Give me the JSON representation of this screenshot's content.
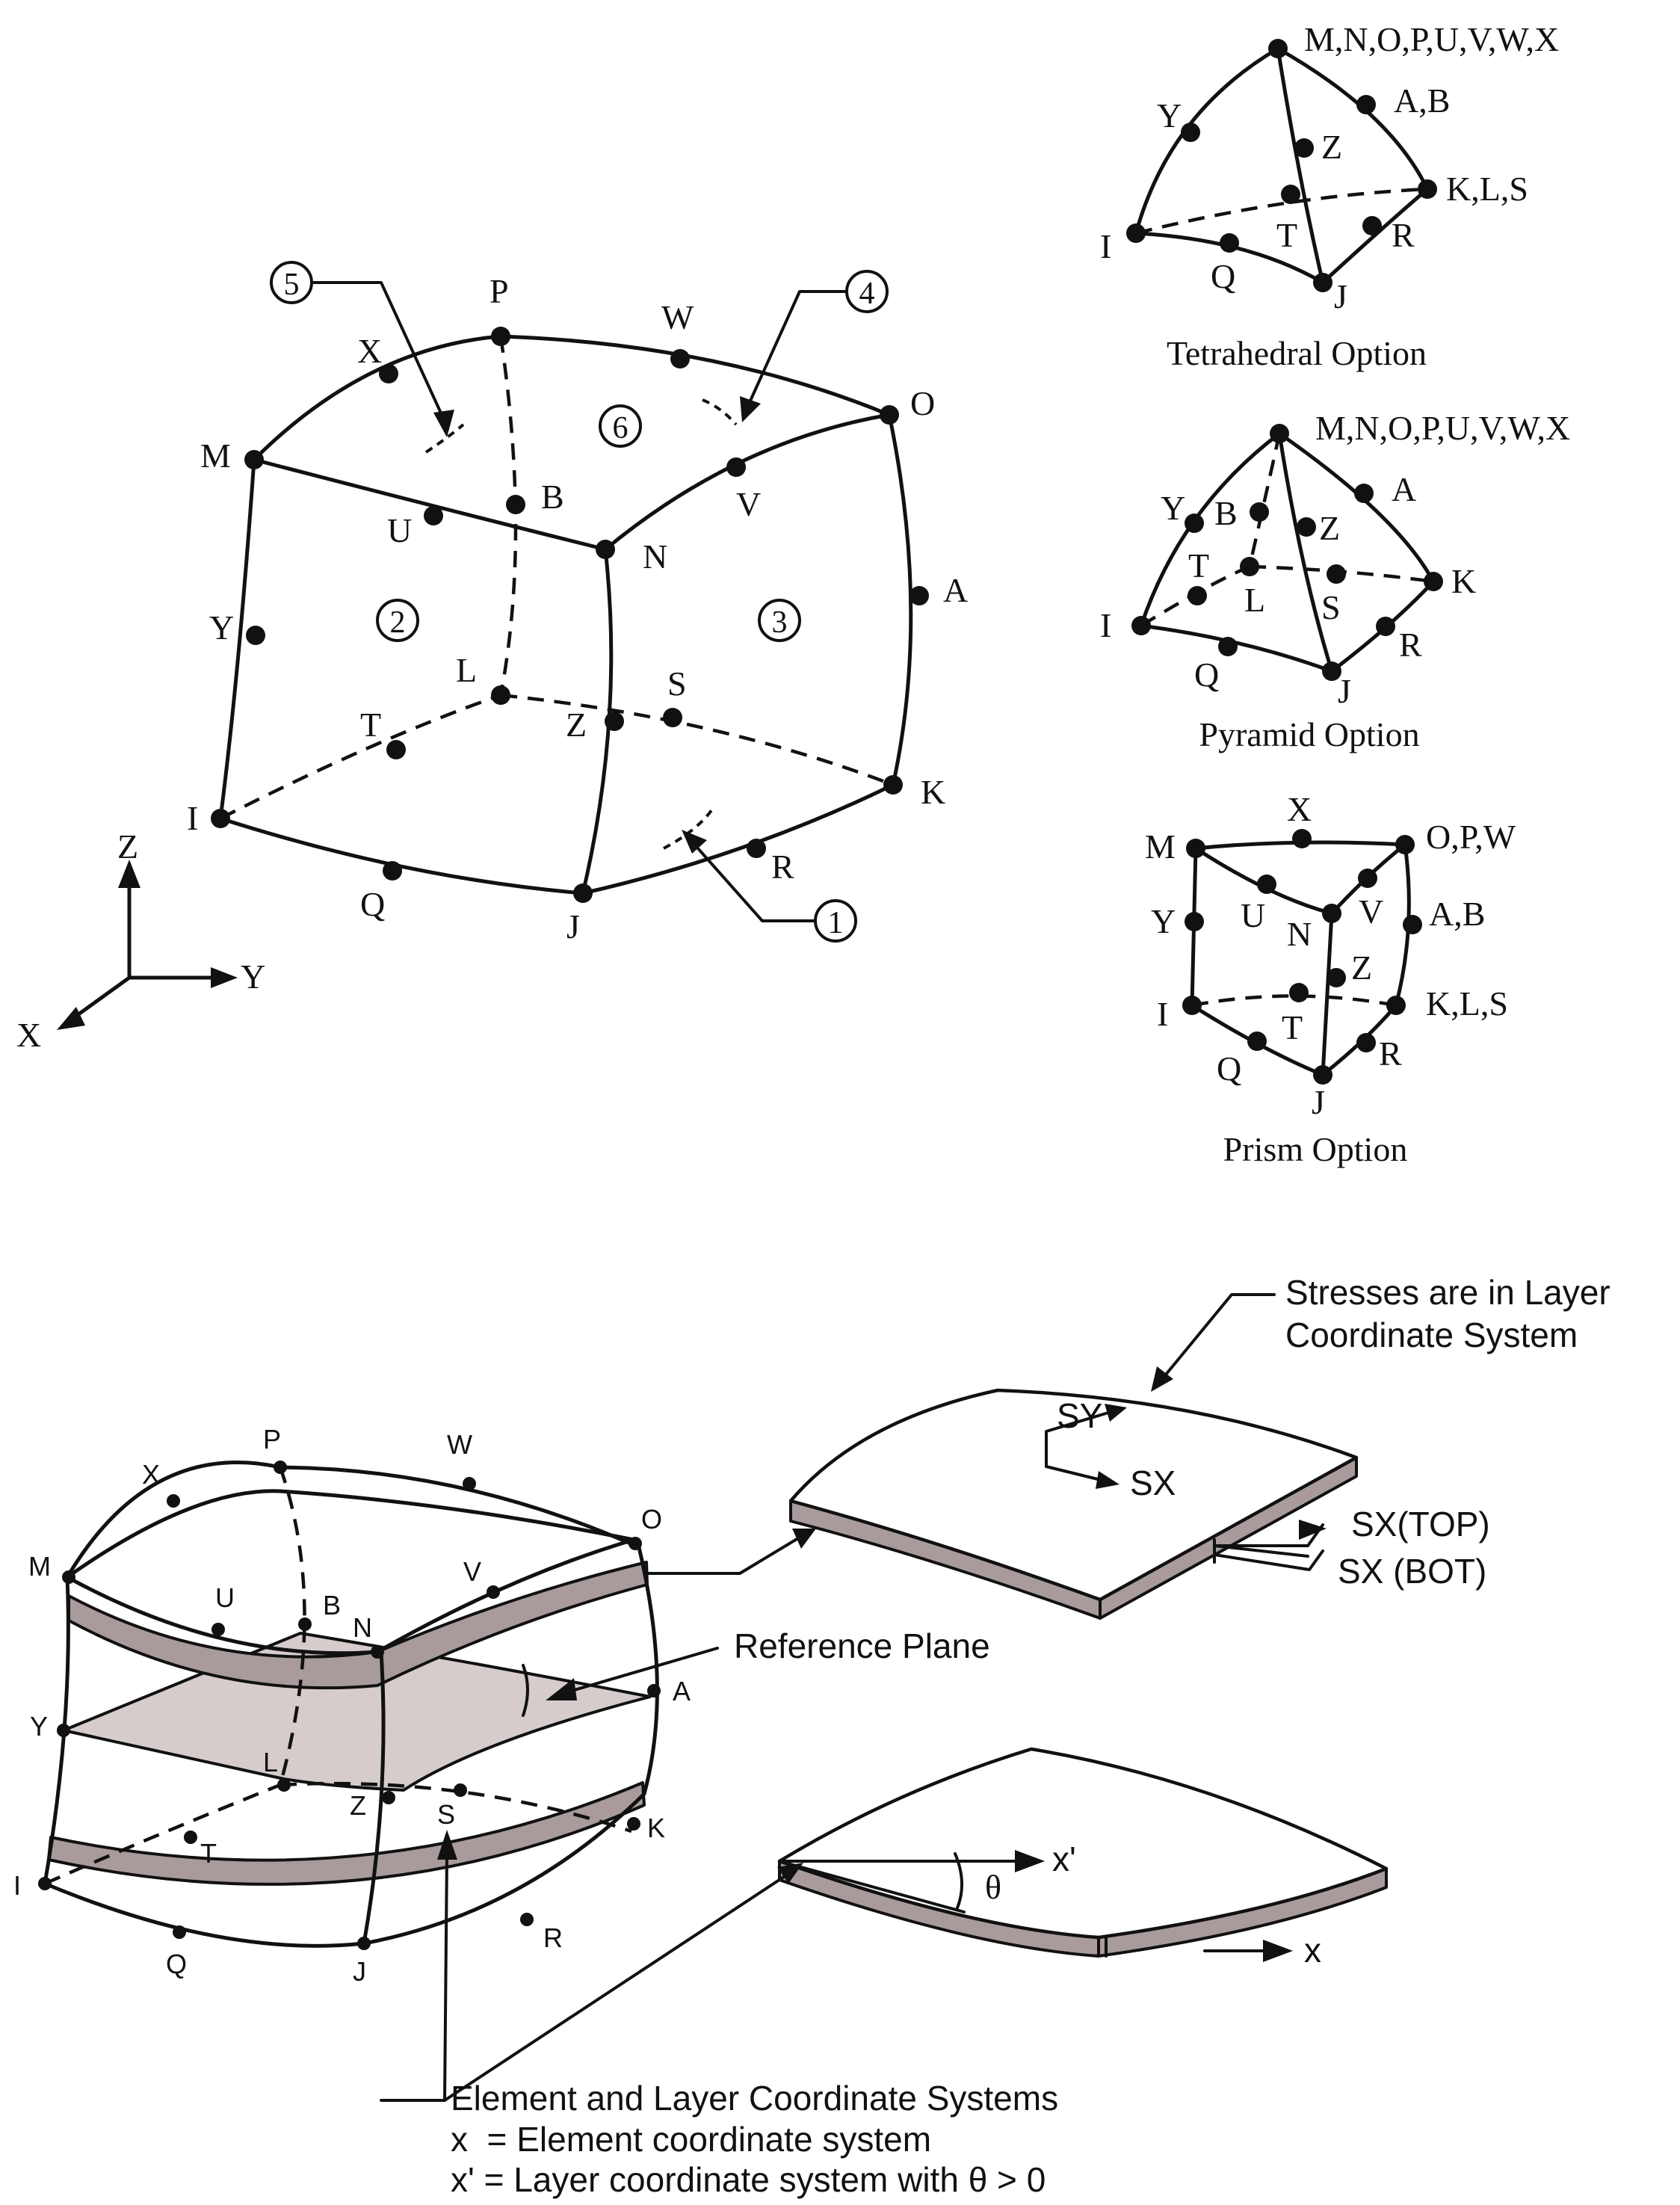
{
  "hexahedron": {
    "nodes": [
      "M",
      "N",
      "O",
      "P",
      "I",
      "J",
      "K",
      "L"
    ],
    "midside": [
      "X",
      "W",
      "V",
      "U",
      "Y",
      "A",
      "B",
      "Z",
      "T",
      "S",
      "Q",
      "R"
    ],
    "faces": [
      "1",
      "2",
      "3",
      "4",
      "5",
      "6"
    ],
    "axes": {
      "z": "Z",
      "y": "Y",
      "x": "X"
    }
  },
  "tetrahedral": {
    "caption": "Tetrahedral Option",
    "labels": {
      "top": "M,N,O,P,U,V,W,X",
      "y": "Y",
      "ab": "A,B",
      "z": "Z",
      "kls": "K,L,S",
      "i": "I",
      "t": "T",
      "r": "R",
      "q": "Q",
      "j": "J"
    }
  },
  "pyramid": {
    "caption": "Pyramid Option",
    "labels": {
      "top": "M,N,O,P,U,V,W,X",
      "y": "Y",
      "b": "B",
      "a": "A",
      "z": "Z",
      "t": "T",
      "l": "L",
      "s": "S",
      "k": "K",
      "i": "I",
      "q": "Q",
      "r": "R",
      "j": "J"
    }
  },
  "prism": {
    "caption": "Prism Option",
    "labels": {
      "m": "M",
      "x": "X",
      "opw": "O,P,W",
      "u": "U",
      "v": "V",
      "ab": "A,B",
      "y": "Y",
      "n": "N",
      "z": "Z",
      "i": "I",
      "kls": "K,L,S",
      "t": "T",
      "q": "Q",
      "r": "R",
      "j": "J"
    }
  },
  "layered": {
    "nodes": {
      "p": "P",
      "w": "W",
      "x": "X",
      "o": "O",
      "m": "M",
      "v": "V",
      "u": "U",
      "b": "B",
      "n": "N",
      "a": "A",
      "y": "Y",
      "l": "L",
      "z": "Z",
      "s": "S",
      "t": "T",
      "k": "K",
      "i": "I",
      "q": "Q",
      "r": "R",
      "j": "J"
    },
    "reference_plane": "Reference Plane",
    "stress_note": [
      "Stresses are in Layer",
      "Coordinate System"
    ],
    "sy": "SY",
    "sx": "SX",
    "sx_top": "SX(TOP)",
    "sx_bot": "SX (BOT)",
    "x_prime": "x'",
    "theta": "θ",
    "x_axis": "x",
    "coord_title": "Element and Layer Coordinate Systems",
    "coord_line1": "x  = Element coordinate system",
    "coord_line2": "x' = Layer coordinate system with θ > 0"
  }
}
